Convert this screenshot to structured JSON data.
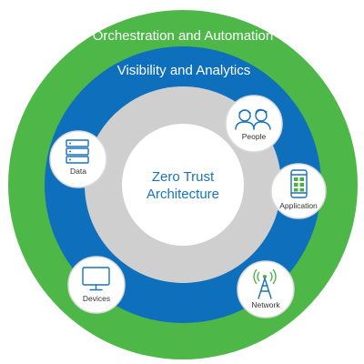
{
  "rings": {
    "outer_label": "Orchestration and Automation",
    "middle_label": "Visibility and Analytics",
    "center_line1": "Zero Trust",
    "center_line2": "Architecture"
  },
  "nodes": {
    "people": {
      "label": "People",
      "icon": "people-icon"
    },
    "data": {
      "label": "Data",
      "icon": "server-icon"
    },
    "application": {
      "label": "Application",
      "icon": "mobile-app-icon"
    },
    "devices": {
      "label": "Devices",
      "icon": "monitor-icon"
    },
    "network": {
      "label": "Network",
      "icon": "antenna-tower-icon"
    }
  },
  "colors": {
    "outer_ring": "#4db848",
    "middle_ring": "#0e6fbd",
    "inner_ring": "#cfcfcf",
    "center": "#ffffff",
    "accent_text": "#1a73b8"
  }
}
